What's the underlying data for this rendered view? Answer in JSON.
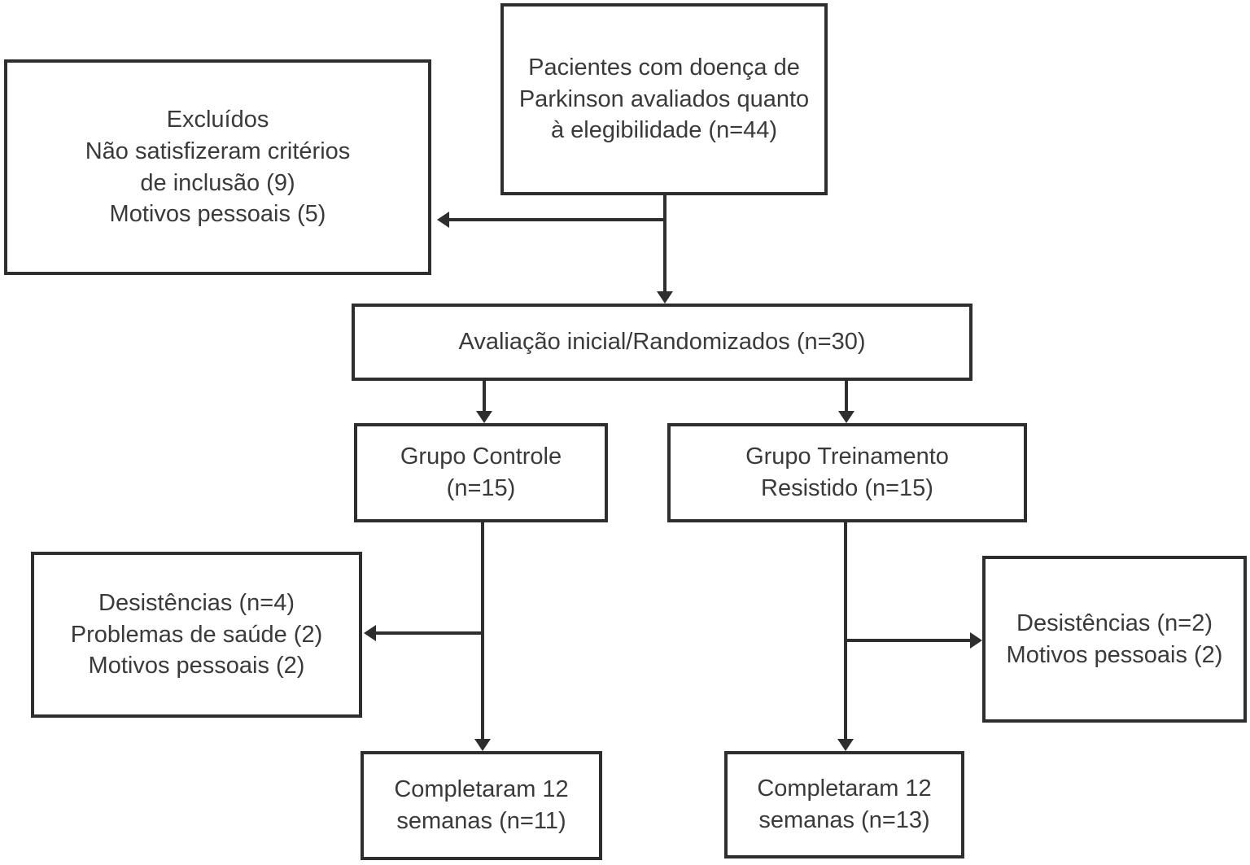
{
  "diagram": {
    "type": "flowchart",
    "language": "pt",
    "colors": {
      "border": "#2e2e2e",
      "text": "#3a3a3a",
      "background": "#ffffff"
    },
    "boxes": {
      "eligibility": {
        "lines": [
          "Pacientes com doença de",
          "Parkinson avaliados quanto",
          "à elegibilidade (n=44)"
        ]
      },
      "excluded": {
        "lines": [
          "Excluídos",
          "Não satisfizeram critérios",
          "de inclusão (9)",
          "Motivos pessoais (5)"
        ]
      },
      "randomized": {
        "lines": [
          "Avaliação inicial/Randomizados (n=30)"
        ]
      },
      "control_group": {
        "lines": [
          "Grupo Controle",
          "(n=15)"
        ]
      },
      "training_group": {
        "lines": [
          "Grupo Treinamento",
          "Resistido (n=15)"
        ]
      },
      "dropout_control": {
        "lines": [
          "Desistências (n=4)",
          "Problemas de saúde (2)",
          "Motivos pessoais (2)"
        ]
      },
      "dropout_training": {
        "lines": [
          "Desistências (n=2)",
          "Motivos pessoais (2)"
        ]
      },
      "completed_control": {
        "lines": [
          "Completaram 12",
          "semanas (n=11)"
        ]
      },
      "completed_training": {
        "lines": [
          "Completaram 12",
          "semanas (n=13)"
        ]
      }
    }
  }
}
